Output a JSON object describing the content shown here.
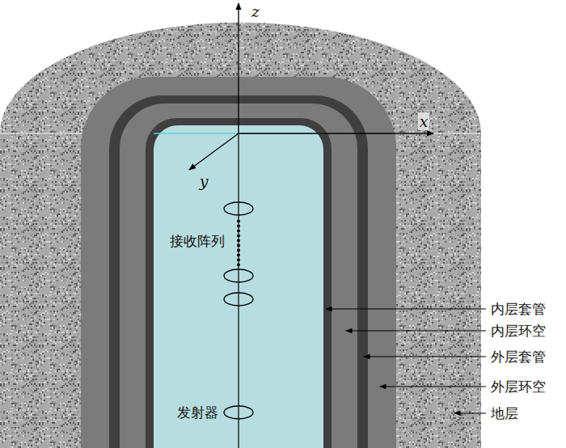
{
  "diagram": {
    "labels": [
      "z",
      "x",
      "y",
      "接收阵列",
      "发射器",
      "内层套管",
      "内层环空",
      "外层套管",
      "外层环空",
      "地层"
    ]
  }
}
